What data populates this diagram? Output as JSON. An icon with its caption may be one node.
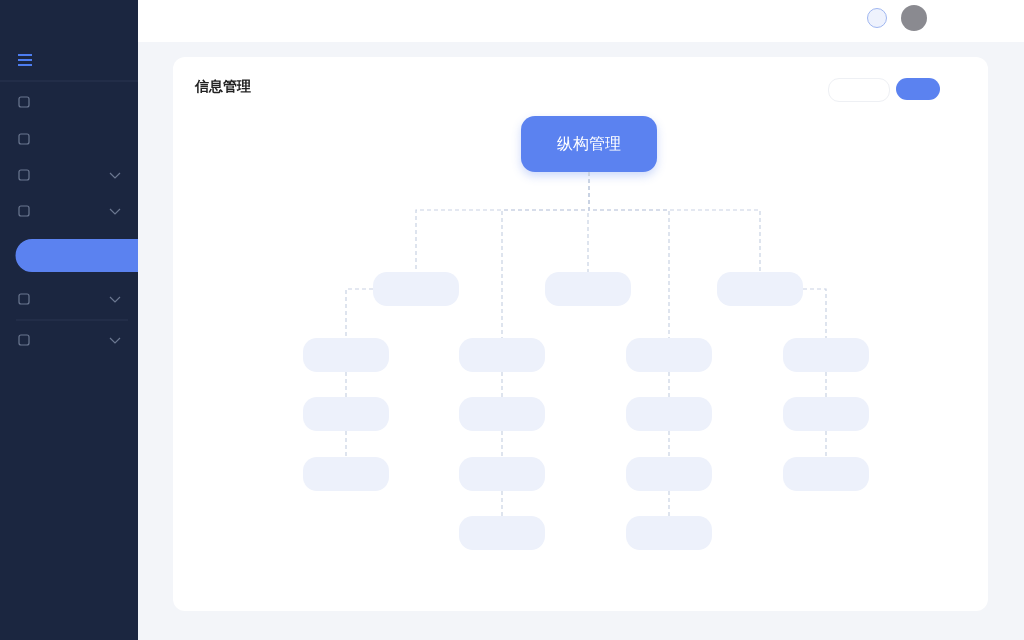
{
  "diagram": {
    "title": "信息管理",
    "nodes": [
      {
        "text": [
          "纵构管理"
        ]
      },
      {
        "text": [],
        "shape": "box"
      },
      {
        "text": [],
        "shape": "box"
      },
      {
        "text": [],
        "shape": "box"
      },
      {
        "text": [],
        "shape": "box"
      },
      {
        "text": [],
        "shape": "box"
      },
      {
        "text": [],
        "shape": "box"
      },
      {
        "text": [],
        "shape": "box"
      },
      {
        "text": [],
        "shape": "box"
      },
      {
        "text": [],
        "shape": "box"
      },
      {
        "text": [],
        "shape": "box"
      },
      {
        "text": [],
        "shape": "box"
      },
      {
        "text": [],
        "shape": "box"
      },
      {
        "text": [],
        "shape": "box"
      },
      {
        "text": [],
        "shape": "box"
      },
      {
        "text": [],
        "shape": "box"
      },
      {
        "text": [],
        "shape": "box"
      },
      {
        "text": [],
        "shape": "box"
      }
    ],
    "edges": [
      {
        "from": 0,
        "to": 1,
        "arrow": "none",
        "style": "dashed"
      },
      {
        "from": 0,
        "to": 5,
        "arrow": "none",
        "style": "dashed"
      },
      {
        "from": 0,
        "to": 2,
        "arrow": "none",
        "style": "dashed"
      },
      {
        "from": 0,
        "to": 6,
        "arrow": "none",
        "style": "dashed"
      },
      {
        "from": 0,
        "to": 3,
        "arrow": "none",
        "style": "dashed"
      },
      {
        "from": 1,
        "to": 4,
        "arrow": "none",
        "style": "dashed"
      },
      {
        "from": 3,
        "to": 7,
        "arrow": "none",
        "style": "dashed"
      },
      {
        "from": 4,
        "to": 8,
        "arrow": "none",
        "style": "dashed"
      },
      {
        "from": 8,
        "to": 12,
        "arrow": "none",
        "style": "dashed"
      },
      {
        "from": 5,
        "to": 9,
        "arrow": "none",
        "style": "dashed"
      },
      {
        "from": 9,
        "to": 13,
        "arrow": "none",
        "style": "dashed"
      },
      {
        "from": 13,
        "to": 16,
        "arrow": "none",
        "style": "dashed"
      },
      {
        "from": 6,
        "to": 10,
        "arrow": "none",
        "style": "dashed"
      },
      {
        "from": 10,
        "to": 14,
        "arrow": "none",
        "style": "dashed"
      },
      {
        "from": 14,
        "to": 17,
        "arrow": "none",
        "style": "dashed"
      },
      {
        "from": 7,
        "to": 11,
        "arrow": "none",
        "style": "dashed"
      },
      {
        "from": 11,
        "to": 15,
        "arrow": "none",
        "style": "dashed"
      }
    ]
  }
}
